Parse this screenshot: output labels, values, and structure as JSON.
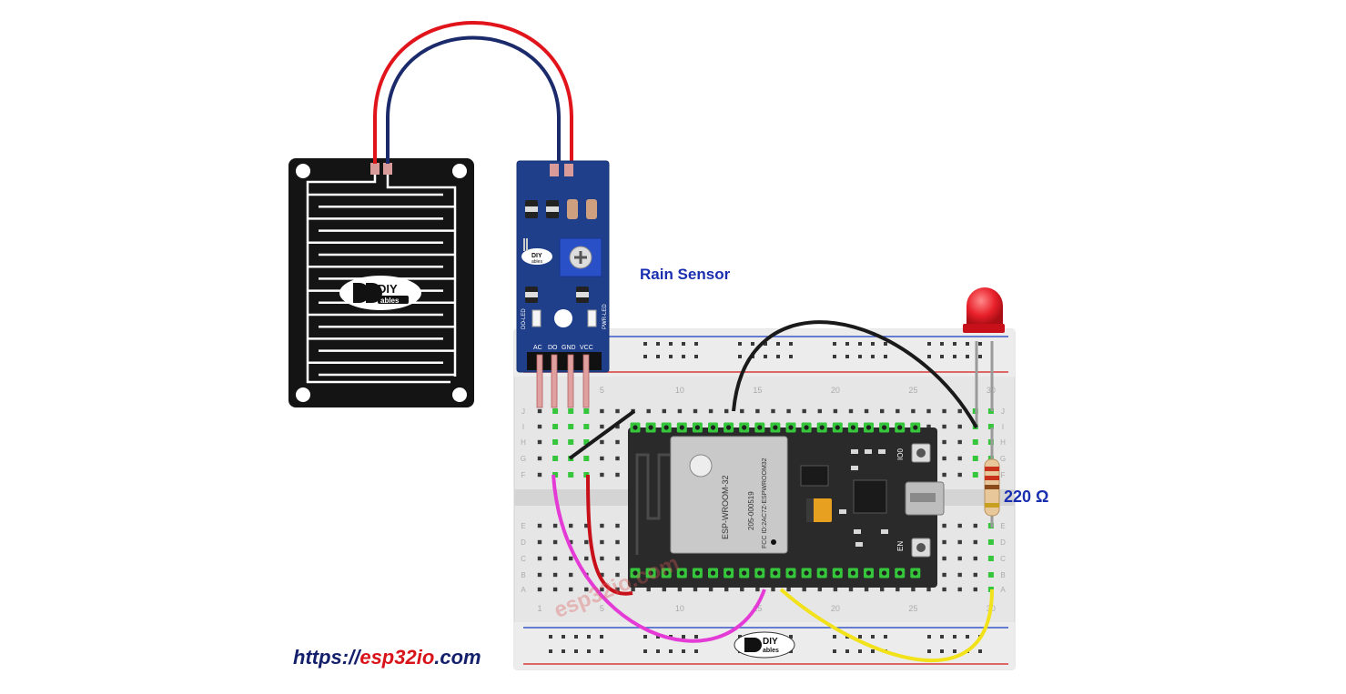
{
  "labels": {
    "rain_sensor": "Rain Sensor",
    "resistor": "220 Ω",
    "url_prefix": "https://",
    "url_highlight": "esp32io",
    "url_suffix": ".com",
    "watermark": "esp32io.com"
  },
  "logo": {
    "line1": "DIY",
    "line2": "ables"
  },
  "sensor_module": {
    "pins": [
      "AC",
      "DO",
      "GND",
      "VCC"
    ],
    "led_left": "DO-LED",
    "led_right": "PWR-LED"
  },
  "breadboard": {
    "row_letters_top": [
      "J",
      "I",
      "H",
      "G",
      "F"
    ],
    "row_letters_bottom": [
      "E",
      "D",
      "C",
      "B",
      "A"
    ],
    "column_numbers": [
      "1",
      "5",
      "10",
      "15",
      "20",
      "25",
      "30"
    ]
  },
  "esp32": {
    "module_text": [
      "ESP-WROOM-32",
      "205-000519",
      "FCC ID:2AC7Z-ESPWROOM32"
    ],
    "button_top": "IO0",
    "button_bottom": "EN"
  },
  "colors": {
    "text_blue": "#1a2fb0",
    "url_dark": "#14206b",
    "url_red": "#d8141a",
    "wire_red": "#e0141a",
    "wire_navy": "#1b2a6b",
    "wire_black": "#1a1a1a",
    "wire_magenta": "#e43bd6",
    "wire_darkred": "#c8101a",
    "wire_yellow": "#f2e21c",
    "module_blue": "#1f3f8a",
    "board_black": "#2a2a2a",
    "pin_green": "#35c63c",
    "led_red": "#e8202a"
  }
}
